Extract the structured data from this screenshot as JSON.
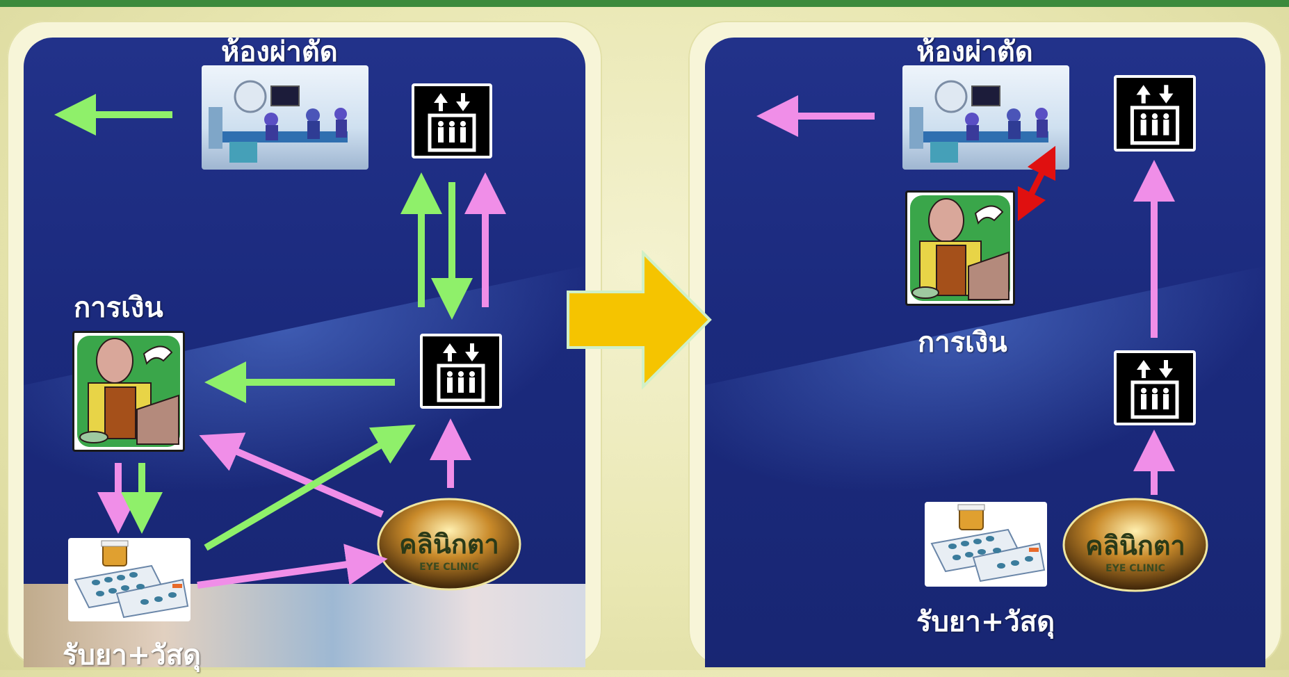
{
  "left_panel": {
    "operating_room_label": "ห้องผ่าตัด",
    "finance_label": "การเงิน",
    "pharmacy_label": "รับยา+วัสดุ",
    "clinic_sign_text": "คลินิกตา",
    "clinic_sign_subtext": "EYE CLINIC"
  },
  "right_panel": {
    "operating_room_label": "ห้องผ่าตัด",
    "finance_label": "การเงิน",
    "pharmacy_label": "รับยา+วัสดุ",
    "clinic_sign_text": "คลินิกตา",
    "clinic_sign_subtext": "EYE CLINIC"
  },
  "colors": {
    "green_arrow": "#8ff06a",
    "pink_arrow": "#f08ee8",
    "red_arrow": "#e01010",
    "transition_arrow": "#f5c400",
    "panel_blue": "#1d2c80"
  },
  "icons": [
    "elevator-icon",
    "operating-room-image",
    "cashier-image",
    "medicine-image",
    "eye-clinic-sign"
  ]
}
